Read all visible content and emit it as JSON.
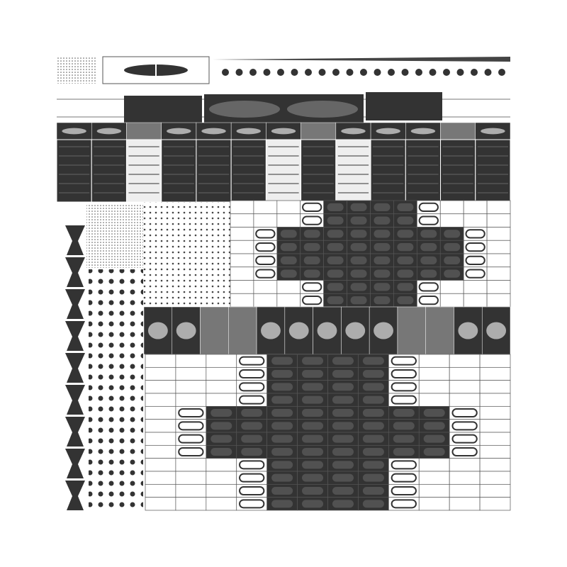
{
  "colors": {
    "ink": "#333333",
    "paper": "#ffffff",
    "line": "#555555"
  },
  "patterns": {
    "upper_grid": [
      "000011110000",
      "000011110000",
      "001111111100",
      "001111111100",
      "001111111100",
      "001111111100",
      "000011110000",
      "000011110000"
    ],
    "lower_grid": [
      "000011110000",
      "000011110000",
      "000011110000",
      "000011110000",
      "001111111100",
      "001111111100",
      "001111111100",
      "001111111100",
      "000011110000",
      "000011110000",
      "000011110000",
      "000011110000"
    ],
    "dark_band_top": "1101111011101",
    "dark_band_mid": "1100111110011"
  }
}
